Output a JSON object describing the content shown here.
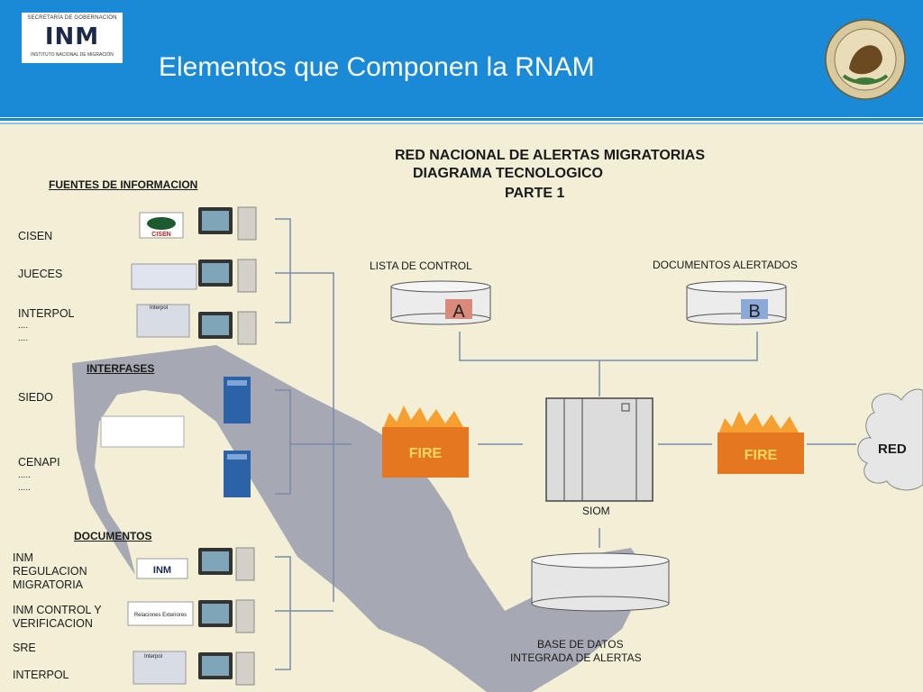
{
  "header": {
    "logo_top": "SECRETARÍA DE GOBERNACIÓN",
    "logo_main": "INM",
    "logo_bottom": "INSTITUTO NACIONAL DE MIGRACIÓN",
    "title": "Elementos que Componen la RNAM",
    "seal_icon": "mexican-coat-of-arms"
  },
  "diagram": {
    "title_lines": [
      "RED NACIONAL DE ALERTAS MIGRATORIAS",
      "DIAGRAMA TECNOLOGICO",
      "PARTE 1"
    ],
    "fuentes": {
      "heading": "FUENTES DE INFORMACION",
      "items": [
        "CISEN",
        "JUECES",
        "INTERPOL",
        "....",
        "...."
      ],
      "logos": [
        "CISEN",
        "",
        "Interpol"
      ]
    },
    "interfases": {
      "heading": "INTERFASES",
      "items": [
        "SIEDO",
        "CENAPI",
        ".....",
        "....."
      ]
    },
    "documentos": {
      "heading": "DOCUMENTOS",
      "items": [
        "INM",
        "REGULACION",
        "MIGRATORIA",
        "INM CONTROL Y",
        "VERIFICACION",
        "SRE",
        "INTERPOL"
      ],
      "logos": [
        "INM",
        "Relaciones Exteriores",
        "Interpol"
      ]
    },
    "lista_control": "LISTA DE CONTROL",
    "db_a_label": "A",
    "documentos_alertados": "DOCUMENTOS ALERTADOS",
    "db_b_label": "B",
    "firewall_label": "FIRE",
    "siom": "SIOM",
    "red": "RED",
    "base_datos_lines": [
      "BASE DE DATOS",
      "INTEGRADA DE ALERTAS"
    ],
    "colors": {
      "background": "#f3efd6",
      "map": "#a6a9b4",
      "header_blue": "#1a8ad6",
      "firewall": "#e0701c",
      "connector": "#7a8aa8"
    }
  }
}
